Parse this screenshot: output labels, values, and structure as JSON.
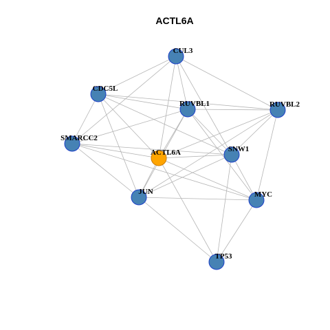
{
  "title": "ACTL6A",
  "colors": {
    "node_fill": "#4682B4",
    "node_stroke": "#1C3FC8",
    "focus_fill": "#FFA500",
    "focus_stroke": "#CC7A00",
    "edge": "#B4B4B4"
  },
  "nodes": [
    {
      "id": "CUL3",
      "label": "CUL3",
      "focus": false
    },
    {
      "id": "CDC5L",
      "label": "CDC5L",
      "focus": false
    },
    {
      "id": "RUVBL1",
      "label": "RUVBL1",
      "focus": false
    },
    {
      "id": "RUVBL2",
      "label": "RUVBL2",
      "focus": false
    },
    {
      "id": "SMARCC2",
      "label": "SMARCC2",
      "focus": false
    },
    {
      "id": "ACTL6A",
      "label": "ACTL6A",
      "focus": true
    },
    {
      "id": "SNW1",
      "label": "SNW1",
      "focus": false
    },
    {
      "id": "JUN",
      "label": "JUN",
      "focus": false
    },
    {
      "id": "MYC",
      "label": "MYC",
      "focus": false
    },
    {
      "id": "TP53",
      "label": "TP53",
      "focus": false
    }
  ],
  "edges": [
    [
      "CUL3",
      "CDC5L"
    ],
    [
      "CUL3",
      "SMARCC2"
    ],
    [
      "CUL3",
      "ACTL6A"
    ],
    [
      "CUL3",
      "RUVBL1"
    ],
    [
      "CUL3",
      "RUVBL2"
    ],
    [
      "CUL3",
      "SNW1"
    ],
    [
      "CDC5L",
      "RUVBL1"
    ],
    [
      "CDC5L",
      "RUVBL2"
    ],
    [
      "CDC5L",
      "SNW1"
    ],
    [
      "CDC5L",
      "ACTL6A"
    ],
    [
      "CDC5L",
      "JUN"
    ],
    [
      "CDC5L",
      "SMARCC2"
    ],
    [
      "RUVBL1",
      "RUVBL2"
    ],
    [
      "RUVBL1",
      "SNW1"
    ],
    [
      "RUVBL1",
      "MYC"
    ],
    [
      "RUVBL1",
      "ACTL6A"
    ],
    [
      "RUVBL1",
      "JUN"
    ],
    [
      "RUVBL1",
      "SMARCC2"
    ],
    [
      "RUVBL2",
      "SNW1"
    ],
    [
      "RUVBL2",
      "MYC"
    ],
    [
      "RUVBL2",
      "ACTL6A"
    ],
    [
      "RUVBL2",
      "JUN"
    ],
    [
      "SMARCC2",
      "ACTL6A"
    ],
    [
      "SMARCC2",
      "SNW1"
    ],
    [
      "SMARCC2",
      "JUN"
    ],
    [
      "SMARCC2",
      "MYC"
    ],
    [
      "ACTL6A",
      "SNW1"
    ],
    [
      "ACTL6A",
      "JUN"
    ],
    [
      "ACTL6A",
      "MYC"
    ],
    [
      "ACTL6A",
      "TP53"
    ],
    [
      "SNW1",
      "JUN"
    ],
    [
      "SNW1",
      "MYC"
    ],
    [
      "SNW1",
      "TP53"
    ],
    [
      "JUN",
      "MYC"
    ],
    [
      "JUN",
      "TP53"
    ],
    [
      "MYC",
      "TP53"
    ]
  ]
}
